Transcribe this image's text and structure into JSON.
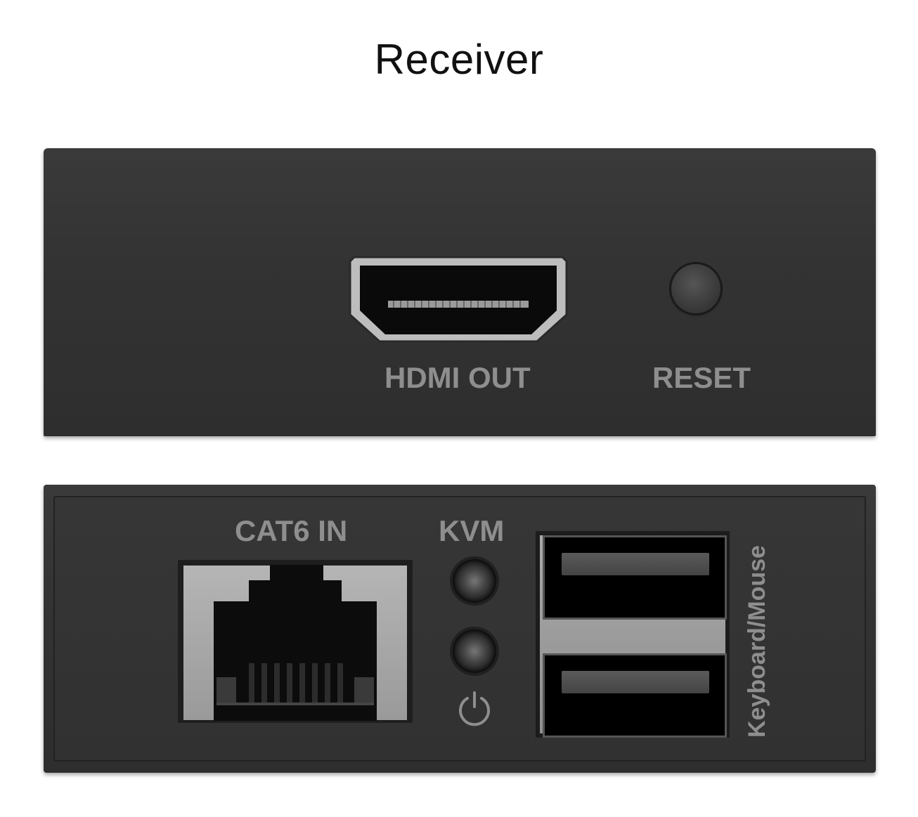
{
  "title": "Receiver",
  "top_panel": {
    "hdmi_label": "HDMI OUT",
    "reset_label": "RESET"
  },
  "bottom_panel": {
    "cat6_label": "CAT6 IN",
    "kvm_label": "KVM",
    "usb_label": "Keyboard/Mouse"
  },
  "icons": [
    "hdmi-port-icon",
    "reset-button",
    "rj45-port-icon",
    "led-indicator",
    "power-icon",
    "usb-port-icon"
  ]
}
